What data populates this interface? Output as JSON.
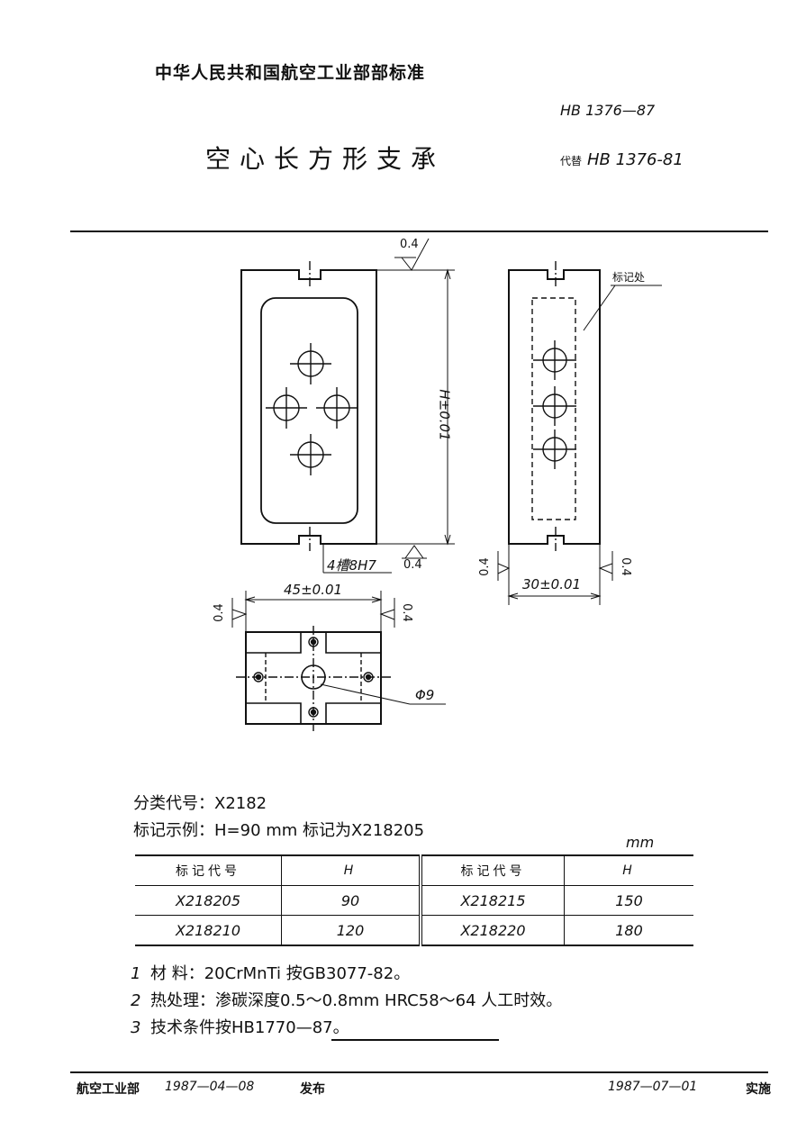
{
  "header": {
    "organization": "中华人民共和国航空工业部部标准",
    "standard_no": "HB 1376—87",
    "title": "空心长方形支承",
    "replace_prefix": "代替",
    "replace_no": "HB 1376-81"
  },
  "drawing": {
    "roughness": "0.4",
    "dim_height": "H±0.01",
    "dim_width_front": "45±0.01",
    "dim_width_side": "30±0.01",
    "slot_note": "4槽8H7",
    "hole_dia": "Φ9",
    "mark_label": "标记处"
  },
  "info": {
    "classification": "分类代号：X2182",
    "example": "标记示例：H=90 mm  标记为X218205"
  },
  "table": {
    "unit": "mm",
    "headers": [
      "标记代号",
      "H",
      "标记代号",
      "H"
    ],
    "rows": [
      [
        "X218205",
        "90",
        "X218215",
        "150"
      ],
      [
        "X218210",
        "120",
        "X218220",
        "180"
      ]
    ]
  },
  "notes": [
    {
      "num": "1",
      "text": "材  料：20CrMnTi 按GB3077-82。"
    },
    {
      "num": "2",
      "text": "热处理：渗碳深度0.5～0.8mm  HRC58～64  人工时效。"
    },
    {
      "num": "3",
      "text": "技术条件按HB1770—87。"
    }
  ],
  "footer": {
    "issuer": "航空工业部",
    "issue_date": "1987—04—08",
    "issue_label": "发布",
    "effective_date": "1987—07—01",
    "effective_label": "实施"
  }
}
